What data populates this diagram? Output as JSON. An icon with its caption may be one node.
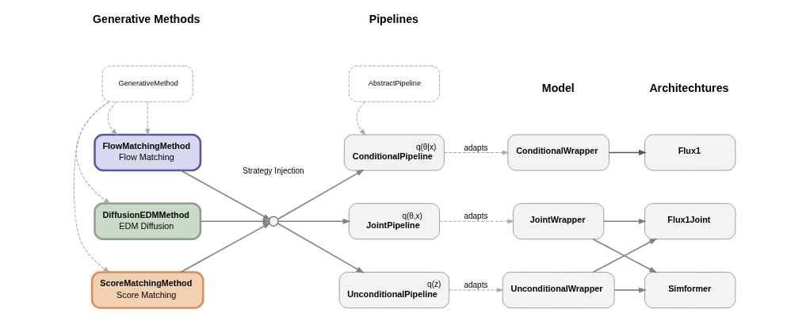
{
  "diagram": {
    "nodes": [
      {
        "text": [
          "GenerativeMethod"
        ]
      },
      {
        "text": [
          "FlowMatchingMethod",
          "Flow Matching"
        ]
      },
      {
        "text": [
          "DiffusionEDMMethod",
          "EDM Diffusion"
        ]
      },
      {
        "text": [
          "ScoreMatchingMethod",
          "Score Matching"
        ]
      },
      {
        "text": [
          "AbstractPipeline"
        ]
      },
      {
        "text": [],
        "shape": "circle"
      },
      {
        "text": [
          "q(θ|x)",
          "ConditionalPipeline"
        ]
      },
      {
        "text": [
          "q(θ,x)",
          "JointPipeline"
        ]
      },
      {
        "text": [
          "q(z)",
          "UnconditionalPipeline"
        ]
      },
      {
        "text": [
          "ConditionalWrapper"
        ]
      },
      {
        "text": [
          "JointWrapper"
        ]
      },
      {
        "text": [
          "UnconditionalWrapper"
        ]
      },
      {
        "text": [
          "Flux1"
        ]
      },
      {
        "text": [
          "Flux1Joint"
        ]
      },
      {
        "text": [
          "Simformer"
        ]
      }
    ],
    "edges": [
      {
        "from": 0,
        "to": 1,
        "arrow": "to",
        "style": "dashed",
        "color": "#aaaaaa"
      },
      {
        "from": 0,
        "to": 1,
        "arrow": "to",
        "style": "dashed",
        "color": "#aaaaaa"
      },
      {
        "from": 0,
        "to": 2,
        "arrow": "to",
        "style": "dashed",
        "color": "#aaaaaa"
      },
      {
        "from": 0,
        "to": 3,
        "arrow": "to",
        "style": "dashed",
        "color": "#aaaaaa"
      },
      {
        "from": 1,
        "to": 5,
        "arrow": "to"
      },
      {
        "from": 2,
        "to": 5,
        "arrow": "to"
      },
      {
        "from": 3,
        "to": 5,
        "arrow": "to"
      },
      {
        "from": 5,
        "to": 6,
        "arrow": "to"
      },
      {
        "from": 5,
        "to": 7,
        "arrow": "to"
      },
      {
        "from": 5,
        "to": 8,
        "arrow": "to"
      },
      {
        "from": 4,
        "to": 6,
        "arrow": "to",
        "style": "dashed",
        "color": "#aaaaaa"
      },
      {
        "from": 6,
        "to": 9,
        "label": "adapts",
        "arrow": "to",
        "style": "dashed",
        "color": "#aaaaaa"
      },
      {
        "from": 7,
        "to": 10,
        "label": "adapts",
        "arrow": "to",
        "style": "dashed",
        "color": "#aaaaaa"
      },
      {
        "from": 8,
        "to": 11,
        "label": "adapts",
        "arrow": "to",
        "style": "dashed",
        "color": "#aaaaaa"
      },
      {
        "from": 9,
        "to": 12,
        "arrow": "to",
        "color": "#555555"
      },
      {
        "from": 10,
        "to": 13,
        "arrow": "to"
      },
      {
        "from": 10,
        "to": 14,
        "arrow": "to"
      },
      {
        "from": 11,
        "to": 13,
        "arrow": "to"
      },
      {
        "from": 11,
        "to": 14,
        "arrow": "to"
      }
    ],
    "labels": [
      "Generative Methods",
      "Pipelines",
      "Model",
      "Architechtures",
      "Strategy Injection"
    ]
  }
}
